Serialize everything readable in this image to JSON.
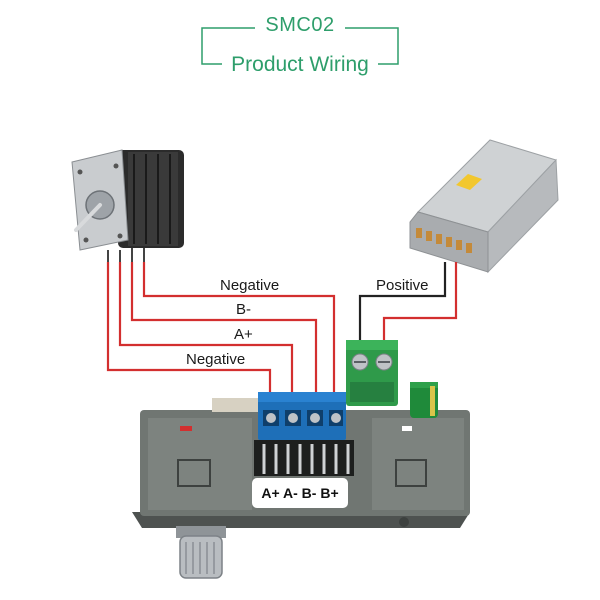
{
  "header": {
    "model": "SMC02",
    "subtitle": "Product Wiring"
  },
  "wires": {
    "negative_top": "Negative",
    "b_minus": "B-",
    "a_plus": "A+",
    "negative_bottom": "Negative",
    "positive": "Positive"
  },
  "terminal_label": "A+ A- B- B+",
  "colors": {
    "accent": "#2e9e6b",
    "wire": "#d32f2f",
    "wire_dark": "#222222",
    "terminal_blue": "#1e6fb8",
    "terminal_green": "#2f9a4a",
    "board_gray": "#707672"
  }
}
